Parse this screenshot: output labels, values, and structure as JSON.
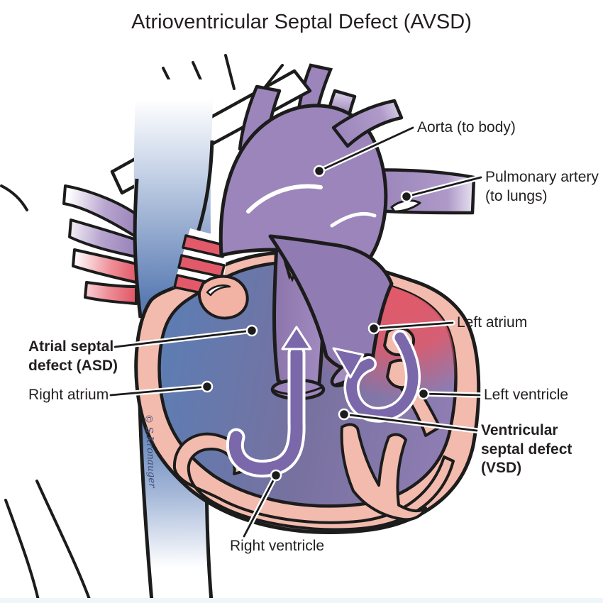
{
  "title": "Atrioventricular Septal Defect (AVSD)",
  "labels": {
    "aorta": "Aorta (to body)",
    "pulmonary_artery": "Pulmonary artery (to lungs)",
    "left_atrium": "Left atrium",
    "atrial_septal_defect": "Atrial septal defect (ASD)",
    "right_atrium": "Right atrium",
    "left_ventricle": "Left ventricle",
    "ventricular_septal_defect": "Ventricular septal defect (VSD)",
    "right_ventricle": "Right ventricle"
  },
  "signature": "© S.Kronauger",
  "colors": {
    "outline_black": "#1c1c1c",
    "artery_purple": "#9b85bb",
    "vein_blue": "#5c7db5",
    "oxygenated_red": "#e25a69",
    "heart_wall_pink": "#f3bbad",
    "cavity_blue": "#5d7db3",
    "cavity_purple": "#8f7db3",
    "flow_arrow_purple": "#7b68aa",
    "label_text": "#231f20",
    "background": "#ffffff",
    "bottom_strip": "#eef6f7"
  }
}
